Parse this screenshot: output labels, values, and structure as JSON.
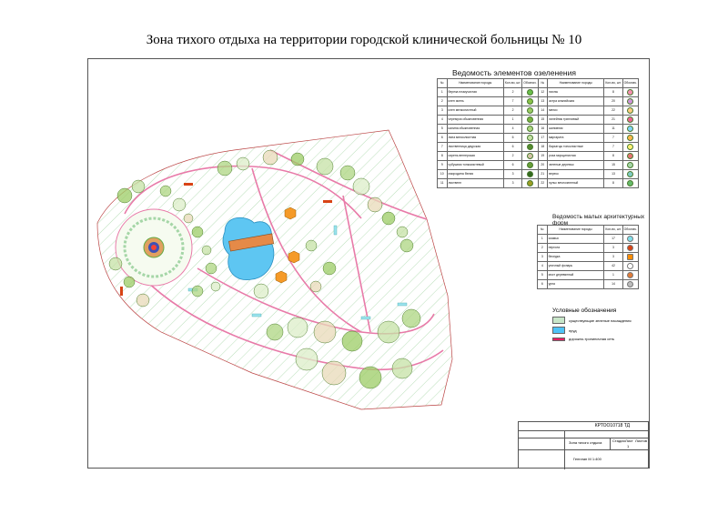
{
  "title": "Зона тихого отдыха на территории городской клинической больницы № 10",
  "greening_table": {
    "caption": "Ведомость элементов озеленения",
    "header": {
      "name": "Наименование породы",
      "qty": "Кол-во, шт.",
      "sym": "Обознач."
    },
    "rows_left": [
      {
        "n": "1",
        "name": "береза плакучистая",
        "qty": "2",
        "color": "#6abf4b"
      },
      {
        "n": "2",
        "name": "клен ясень",
        "qty": "7",
        "color": "#8bc34a"
      },
      {
        "n": "3",
        "name": "клен мелколистный",
        "qty": "2",
        "color": "#9ccc65"
      },
      {
        "n": "4",
        "name": "черемуха обыкновенная",
        "qty": "1",
        "color": "#7cb342"
      },
      {
        "n": "5",
        "name": "калина обыкновенная",
        "qty": "4",
        "color": "#aed581"
      },
      {
        "n": "6",
        "name": "липа мелколистная",
        "qty": "6",
        "color": "#c5e1a5"
      },
      {
        "n": "7",
        "name": "лиственница даурская",
        "qty": "6",
        "color": "#558b2f"
      },
      {
        "n": "8",
        "name": "сирень венгерская",
        "qty": "2",
        "color": "#d4c4a8"
      },
      {
        "n": "9",
        "name": "чубушник тонкокистевый",
        "qty": "6",
        "color": "#689f38"
      },
      {
        "n": "10",
        "name": "смородина белая",
        "qty": "3",
        "color": "#33691e"
      },
      {
        "n": "11",
        "name": "лиственн",
        "qty": "3",
        "color": "#9e9d24"
      }
    ],
    "rows_right": [
      {
        "n": "12",
        "name": "пионы",
        "qty": "8",
        "color": "#f48fb1"
      },
      {
        "n": "13",
        "name": "астра альпийская",
        "qty": "20",
        "color": "#ce93d8"
      },
      {
        "n": "14",
        "name": "мелко",
        "qty": "22",
        "color": "#ffcc80"
      },
      {
        "n": "15",
        "name": "лилейник трипливый",
        "qty": "21",
        "color": "#f06292"
      },
      {
        "n": "16",
        "name": "шиповник",
        "qty": "11",
        "color": "#81d4fa"
      },
      {
        "n": "17",
        "name": "маргарита",
        "qty": "7",
        "color": "#ffb74d"
      },
      {
        "n": "18",
        "name": "бархатцы тонколистные",
        "qty": "7",
        "color": "#fff176"
      },
      {
        "n": "19",
        "name": "роза морщинистая",
        "qty": "8",
        "color": "#e57373"
      },
      {
        "n": "20",
        "name": "зеленые деревья",
        "qty": "15",
        "color": "#a5d6a7"
      },
      {
        "n": "21",
        "name": "вереск",
        "qty": "13",
        "color": "#80cbc4"
      },
      {
        "n": "22",
        "name": "пульс вечнозеленый",
        "qty": "8",
        "color": "#66bb6a"
      }
    ]
  },
  "maf_table": {
    "caption": "Ведомость малых архитектурных форм",
    "header": {
      "name": "Наименование породы",
      "qty": "Кол-во, шт.",
      "sym": "Обознач."
    },
    "rows": [
      {
        "n": "1",
        "name": "скамья",
        "qty": "17",
        "color": "#80deea"
      },
      {
        "n": "2",
        "name": "пергола",
        "qty": "3",
        "color": "#d84315"
      },
      {
        "n": "3",
        "name": "беседка",
        "qty": "3",
        "color": "#fb8c00"
      },
      {
        "n": "4",
        "name": "уличный фонарь",
        "qty": "42",
        "color": "#ffffff"
      },
      {
        "n": "5",
        "name": "мост деревянный",
        "qty": "1",
        "color": "#e07b39"
      },
      {
        "n": "6",
        "name": "урна",
        "qty": "14",
        "color": "#bdbdbd"
      }
    ]
  },
  "legend": {
    "caption": "Условные обозначения",
    "items": [
      {
        "label": "существующие зеленые насаждения",
        "color": "#c8e6c9"
      },
      {
        "label": "пруд",
        "color": "#4fc3f7"
      },
      {
        "label": "дорожно-тропиночная сеть",
        "color": "#e91e63"
      }
    ]
  },
  "stamp": {
    "code": "КРТОО10718 ТД",
    "sheet_name": "Зона тихого отдыха",
    "scale_text": "Генплан М 1:400",
    "stage_label": "Стадия",
    "sheet_label": "Лист",
    "sheets_label": "Листов",
    "sheet_number": "1"
  },
  "colors": {
    "pond": "#5ec6f2",
    "path": "#e87aa8",
    "hatch": "#8bc98b",
    "bridge": "#e58a48",
    "gazebo": "#f59a28"
  }
}
